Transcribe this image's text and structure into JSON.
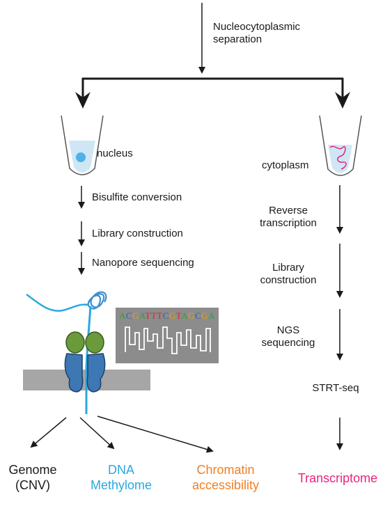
{
  "top_step": {
    "line1": "Nucleocytoplasmic",
    "line2": "separation"
  },
  "nucleus_branch": {
    "tube_label": "nucleus",
    "steps": [
      "Bisulfite conversion",
      "Library construction",
      "Nanopore sequencing"
    ],
    "sequence_read": "ACGATTTCGTAGCGA"
  },
  "cytoplasm_branch": {
    "tube_label": "cytoplasm",
    "steps": [
      {
        "line1": "Reverse",
        "line2": "transcription"
      },
      {
        "line1": "Library",
        "line2": "construction"
      },
      {
        "line1": "NGS",
        "line2": "sequencing"
      }
    ],
    "method": "STRT-seq"
  },
  "outputs": [
    {
      "line1": "Genome",
      "line2": "(CNV)",
      "color": "#1a1a1a"
    },
    {
      "line1": "DNA",
      "line2": "Methylome",
      "color": "#29a8e0"
    },
    {
      "line1": "Chromatin",
      "line2": "accessibility",
      "color": "#f07f22"
    },
    {
      "line1": "Transcriptome",
      "line2": "",
      "color": "#e8237c"
    }
  ],
  "colors": {
    "arrow": "#1a1a1a",
    "tube_fill": "#cfe6f5",
    "nucleus_dot": "#4fb1ea",
    "rna": "#e8237c",
    "membrane": "#a6a6a6",
    "pore_green": "#6a9a3a",
    "pore_blue": "#3d78b4",
    "dna_strand": "#29a8e0",
    "read_panel": "#8c8c8c"
  }
}
